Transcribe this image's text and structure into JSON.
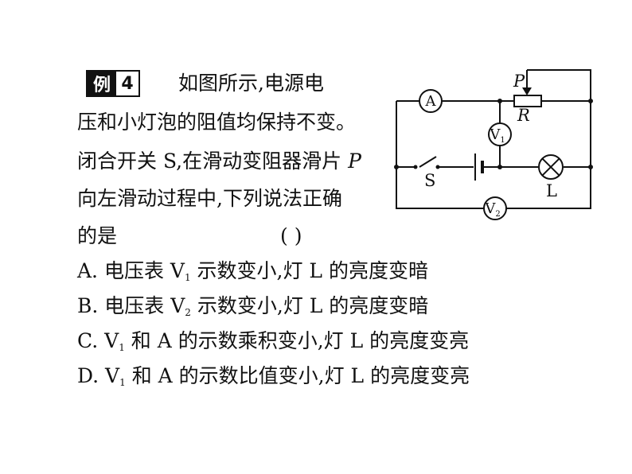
{
  "badge": {
    "label": "例",
    "number": "4"
  },
  "stem": {
    "line1": "如图所示,电源电",
    "line2": "压和小灯泡的阻值均保持不变。",
    "line3_a": "闭合开关 S,在滑动变阻器滑片 ",
    "line3_p": "P",
    "line4": "向左滑动过程中,下列说法正确",
    "line5": "的是",
    "bracket": "(        )"
  },
  "options": {
    "A": {
      "pre": "A. 电压表 V",
      "sub": "1",
      "post": " 示数变小,灯 L 的亮度变暗"
    },
    "B": {
      "pre": "B. 电压表 V",
      "sub": "2",
      "post": " 示数变小,灯 L 的亮度变暗"
    },
    "C": {
      "pre": "C. V",
      "sub": "1",
      "post": " 和 A 的示数乘积变小,灯 L 的亮度变亮"
    },
    "D": {
      "pre": "D. V",
      "sub": "1",
      "post": " 和 A 的示数比值变小,灯 L 的亮度变亮"
    }
  },
  "circuit": {
    "ammeter": "A",
    "slider": "P",
    "resistor": "R",
    "v1": "V",
    "v1_sub": "1",
    "v2": "V",
    "v2_sub": "2",
    "switch": "S",
    "lamp": "L"
  }
}
